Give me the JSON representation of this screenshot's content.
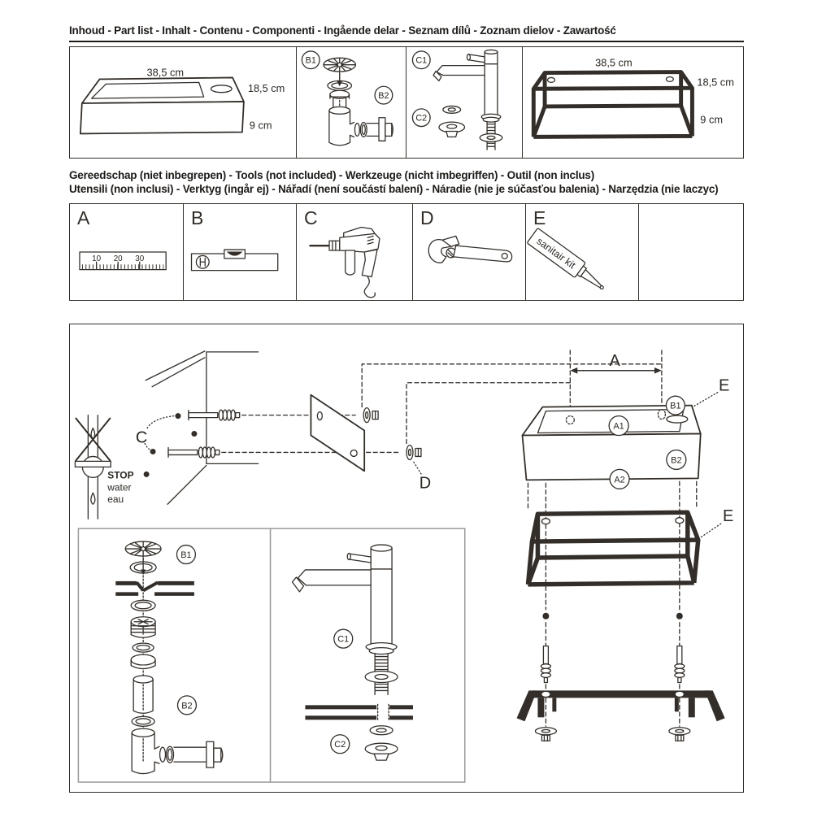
{
  "headers": {
    "parts": "Inhoud - Part list - Inhalt - Contenu - Componenti - Ingående delar - Seznam dílů - Zoznam dielov - Zawartość",
    "tools_line1": "Gereedschap (niet inbegrepen) - Tools (not included) - Werkzeuge (nicht imbegriffen) - Outil (non inclus)",
    "tools_line2": "Utensili (non inclusi) - Verktyg (ingår ej) - Nářadí (není součástí balení) - Náradie (nie je súčasťou balenia) - Narzędzia (nie laczyc)"
  },
  "parts_row": {
    "sink": {
      "dim_width": "38,5 cm",
      "dim_depth": "18,5 cm",
      "dim_height": "9 cm"
    },
    "drain": {
      "plug_label": "B1",
      "trap_label": "B2"
    },
    "tap": {
      "tap_label": "C1",
      "washer_label": "C2"
    },
    "frame": {
      "dim_width": "38,5 cm",
      "dim_depth": "18,5 cm",
      "dim_height": "9 cm"
    }
  },
  "tools_row": {
    "ruler": {
      "letter": "A",
      "ticks": [
        "10",
        "20",
        "30"
      ]
    },
    "level": {
      "letter": "B"
    },
    "drill": {
      "letter": "C"
    },
    "wrench": {
      "letter": "D"
    },
    "sealant": {
      "letter": "E",
      "tube_label": "sanitair kit"
    }
  },
  "assembly": {
    "stop_valve": {
      "line1": "STOP",
      "line2": "water",
      "line3": "eau"
    },
    "labels": {
      "drill_holes": "C",
      "washer_nut": "D",
      "dim_a": "A",
      "basin_inside": "A1",
      "basin_front": "A2",
      "drain_plug": "B1",
      "drain_trap": "B2",
      "sealant_sink": "E",
      "sealant_frame": "E",
      "exploded_plug": "B1",
      "exploded_trap": "B2",
      "exploded_tap": "C1",
      "exploded_washer": "C2"
    }
  },
  "colors": {
    "ink": "#332e29",
    "panel_border": "#9a9a9a"
  }
}
